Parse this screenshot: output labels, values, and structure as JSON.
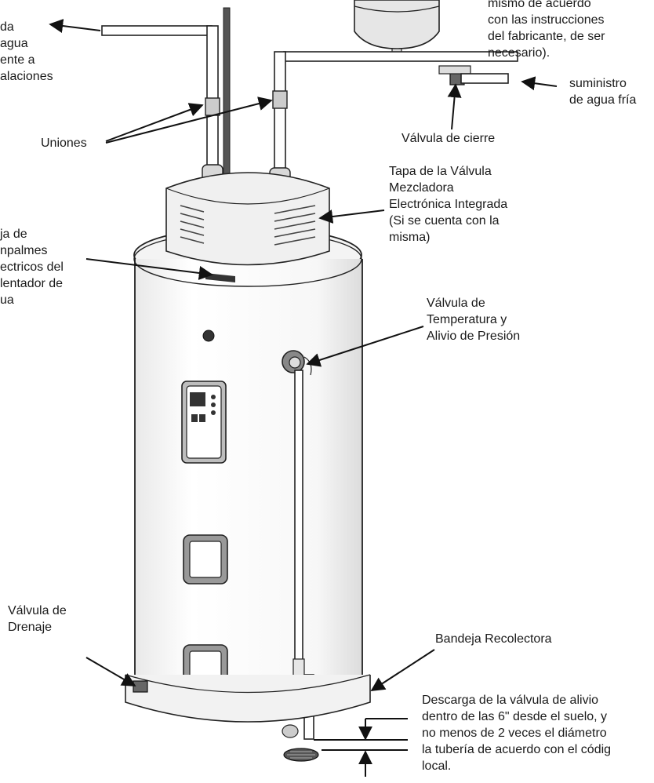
{
  "labels": {
    "hot_outlet": "da\nagua\nente a\nalaciones",
    "unions": "Uniones",
    "top_tank": "mismo de acuerdo\ncon las instrucciones\ndel fabricante, de ser\nnecesario).",
    "cold_supply": "suministro\nde agua fría",
    "shutoff_valve": "Válvula de cierre",
    "mixing_valve_cover": "Tapa de la Válvula\nMezcladora\nElectrónica Integrada\n(Si se cuenta con la\nmisma)",
    "junction_box": "ja de\nnpalmes\nectricos del\nlentador de\nua",
    "tp_valve": "Válvula de\nTemperatura y\nAlivio de Presión",
    "drain_valve": "Válvula de\nDrenaje",
    "drain_pan": "Bandeja Recolectora",
    "discharge": "Descarga de la válvula de alivio\ndentro de las 6\" desde el suelo, y\nno menos de 2 veces el diámetro\nla tubería de acuerdo con el códig\nlocal."
  }
}
